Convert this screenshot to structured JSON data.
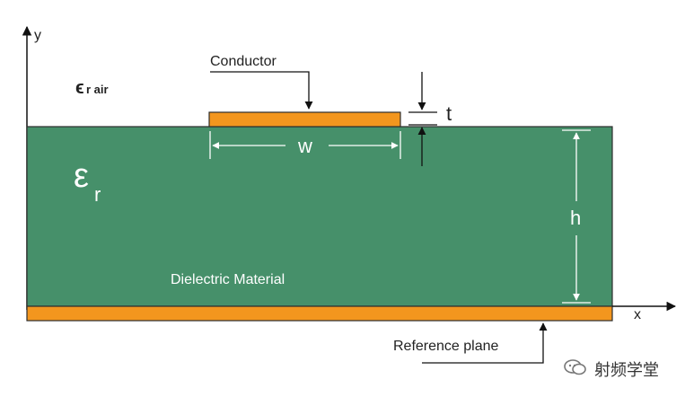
{
  "axes": {
    "y_label": "y",
    "x_label": "x"
  },
  "labels": {
    "eps_air_symbol": "ϵ",
    "eps_air_sub": "r air",
    "conductor": "Conductor",
    "thickness": "t",
    "width": "w",
    "eps_r_symbol": "ε",
    "eps_r_sub": "r",
    "height": "h",
    "dielectric": "Dielectric Material",
    "reference_plane": "Reference plane"
  },
  "watermark": {
    "text": "射频学堂",
    "icon": "wechat-icon"
  },
  "colors": {
    "dielectric": "#46906a",
    "copper": "#f3961e",
    "line": "#111111",
    "dim_white": "#ffffff"
  }
}
